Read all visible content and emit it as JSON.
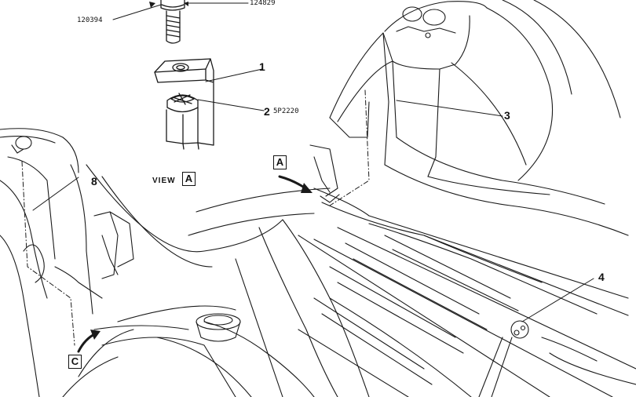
{
  "labels": {
    "part_120394": "120394",
    "part_124829": "124829",
    "callout_1": "1",
    "callout_2": "2",
    "part_5p2220": "5P2220",
    "callout_3": "3",
    "callout_4": "4",
    "callout_8": "8",
    "view_text": "VIEW",
    "view_letter": "A",
    "arrow_letter_a": "A",
    "arrow_letter_c": "C"
  }
}
